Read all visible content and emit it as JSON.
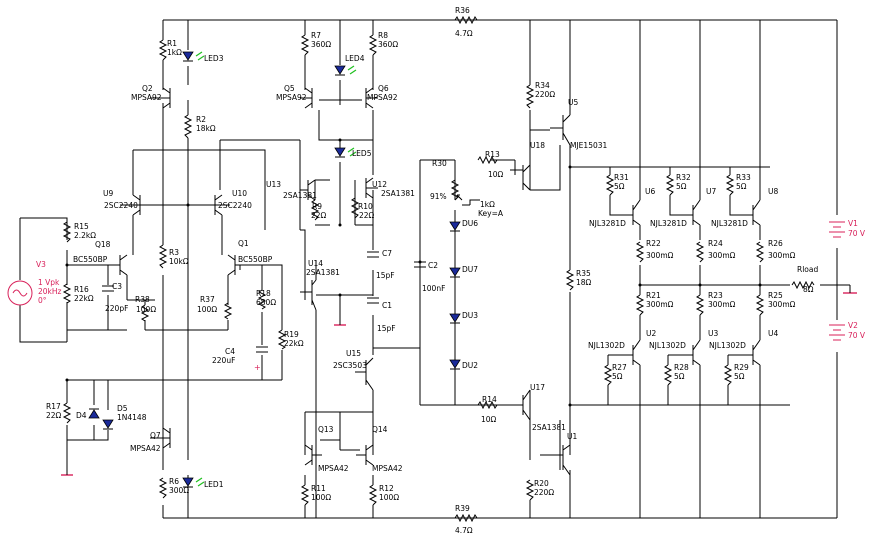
{
  "components": [
    {
      "id": "R36",
      "value": "4.7Ω"
    },
    {
      "id": "R39",
      "value": "4.7Ω"
    },
    {
      "id": "R1",
      "value": "1kΩ"
    },
    {
      "id": "LED3",
      "value": ""
    },
    {
      "id": "Q2",
      "value": "MPSA92"
    },
    {
      "id": "R2",
      "value": "18kΩ"
    },
    {
      "id": "R7",
      "value": "360Ω"
    },
    {
      "id": "LED4",
      "value": ""
    },
    {
      "id": "R8",
      "value": "360Ω"
    },
    {
      "id": "Q5",
      "value": "MPSA92"
    },
    {
      "id": "Q6",
      "value": "MPSA92"
    },
    {
      "id": "LED5",
      "value": ""
    },
    {
      "id": "R34",
      "value": "220Ω"
    },
    {
      "id": "U5",
      "value": ""
    },
    {
      "id": "U18",
      "value": "MJE15031"
    },
    {
      "id": "R30",
      "value": ""
    },
    {
      "id": "R13",
      "value": "10Ω"
    },
    {
      "id": "U9",
      "value": "2SC2240"
    },
    {
      "id": "U10",
      "value": "2SC2240"
    },
    {
      "id": "U13",
      "value": "2SA1381"
    },
    {
      "id": "U12",
      "value": "2SA1381"
    },
    {
      "id": "R9",
      "value": "22Ω"
    },
    {
      "id": "R10",
      "value": "22Ω"
    },
    {
      "id": "R15",
      "value": "2.2kΩ"
    },
    {
      "id": "Q18",
      "value": "BC550BP"
    },
    {
      "id": "Q1",
      "value": "BC550BP"
    },
    {
      "id": "R3",
      "value": "10kΩ"
    },
    {
      "id": "V3",
      "value": "1 Vpk"
    },
    {
      "id": "R16",
      "value": "22kΩ"
    },
    {
      "id": "C3",
      "value": "220pF"
    },
    {
      "id": "R38",
      "value": "100Ω"
    },
    {
      "id": "R37",
      "value": "100Ω"
    },
    {
      "id": "R18",
      "value": "680Ω"
    },
    {
      "id": "C4",
      "value": "220uF"
    },
    {
      "id": "R19",
      "value": "22kΩ"
    },
    {
      "id": "U14",
      "value": "2SA1381"
    },
    {
      "id": "C7",
      "value": "15pF"
    },
    {
      "id": "C2",
      "value": "100nF"
    },
    {
      "id": "C1",
      "value": "15pF"
    },
    {
      "id": "DU6",
      "value": ""
    },
    {
      "id": "DU7",
      "value": ""
    },
    {
      "id": "DU3",
      "value": ""
    },
    {
      "id": "DU2",
      "value": ""
    },
    {
      "id": "R35",
      "value": "18Ω"
    },
    {
      "id": "U15",
      "value": "2SC3503"
    },
    {
      "id": "R14",
      "value": "10Ω"
    },
    {
      "id": "U17",
      "value": "2SA1381"
    },
    {
      "id": "U1",
      "value": ""
    },
    {
      "id": "R20",
      "value": "220Ω"
    },
    {
      "id": "R17",
      "value": "22Ω"
    },
    {
      "id": "D4",
      "value": ""
    },
    {
      "id": "D5",
      "value": "1N4148"
    },
    {
      "id": "Q7",
      "value": "MPSA42"
    },
    {
      "id": "R6",
      "value": "300Ω"
    },
    {
      "id": "LED1",
      "value": ""
    },
    {
      "id": "Q13",
      "value": "MPSA42"
    },
    {
      "id": "Q14",
      "value": "MPSA42"
    },
    {
      "id": "R11",
      "value": "100Ω"
    },
    {
      "id": "R12",
      "value": "100Ω"
    },
    {
      "id": "R31",
      "value": "5Ω"
    },
    {
      "id": "R32",
      "value": "5Ω"
    },
    {
      "id": "R33",
      "value": "5Ω"
    },
    {
      "id": "U6",
      "value": "NJL3281D"
    },
    {
      "id": "U7",
      "value": "NJL3281D"
    },
    {
      "id": "U8",
      "value": "NJL3281D"
    },
    {
      "id": "R22",
      "value": "300mΩ"
    },
    {
      "id": "R24",
      "value": "300mΩ"
    },
    {
      "id": "R26",
      "value": "300mΩ"
    },
    {
      "id": "Rload",
      "value": "8Ω"
    },
    {
      "id": "R21",
      "value": "300mΩ"
    },
    {
      "id": "R23",
      "value": "300mΩ"
    },
    {
      "id": "R25",
      "value": "300mΩ"
    },
    {
      "id": "U2",
      "value": "NJL1302D"
    },
    {
      "id": "U3",
      "value": "NJL1302D"
    },
    {
      "id": "U4",
      "value": "NJL1302D"
    },
    {
      "id": "R27",
      "value": "5Ω"
    },
    {
      "id": "R28",
      "value": "5Ω"
    },
    {
      "id": "R29",
      "value": "5Ω"
    },
    {
      "id": "V1",
      "value": "70 V"
    },
    {
      "id": "V2",
      "value": "70 V"
    }
  ],
  "extra_text": {
    "v3_freq": "20kHz",
    "v3_phase": "0°",
    "pot_percent": "91%",
    "pot_value": "1kΩ",
    "pot_key": "Key=A"
  }
}
